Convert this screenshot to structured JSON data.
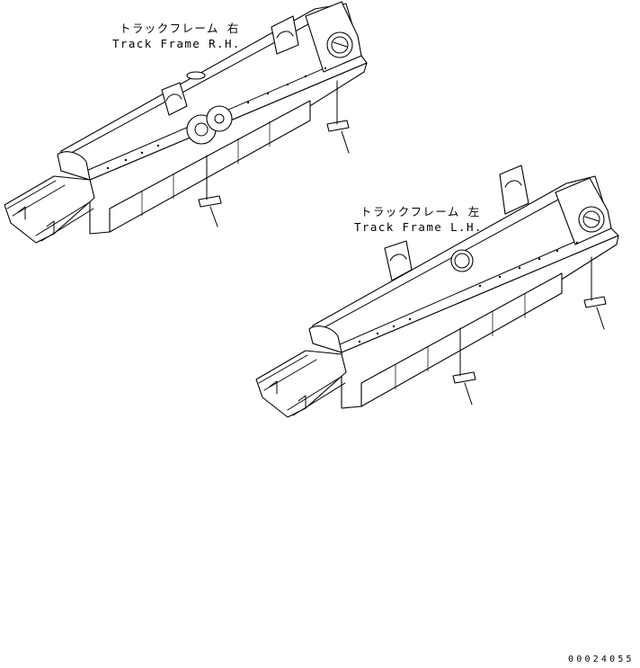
{
  "labels": {
    "right_frame": {
      "jp": "トラックフレーム 右",
      "en": "Track Frame R.H."
    },
    "left_frame": {
      "jp": "トラックフレーム 左",
      "en": "Track Frame L.H."
    }
  },
  "document_number": "00024055"
}
